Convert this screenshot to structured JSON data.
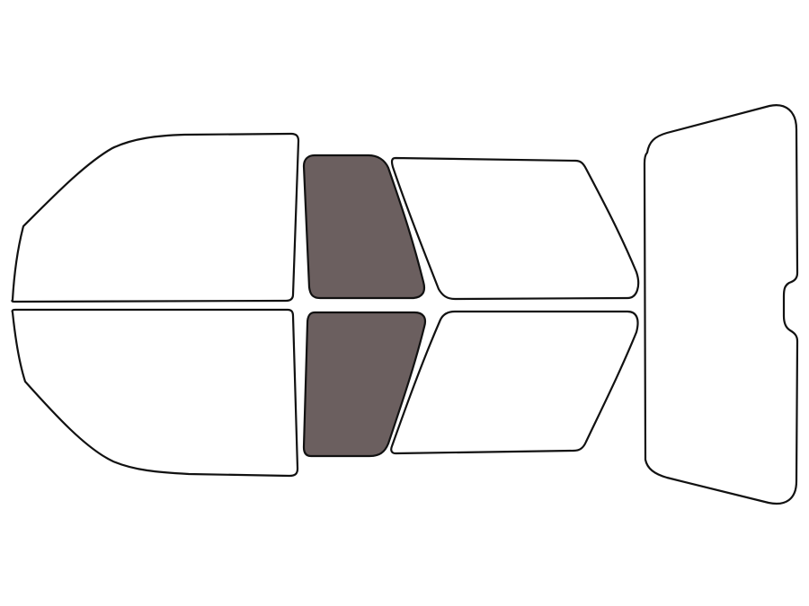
{
  "colors": {
    "background": "#ffffff",
    "outline": "#111111",
    "clear_glass": "#ffffff",
    "tinted_glass": "#6b5f5f"
  },
  "windows": [
    {
      "id": "windshield-top-half",
      "tinted": false
    },
    {
      "id": "windshield-bottom-half",
      "tinted": false
    },
    {
      "id": "front-door-window-top",
      "tinted": true
    },
    {
      "id": "front-door-window-bottom",
      "tinted": true
    },
    {
      "id": "rear-door-window-top",
      "tinted": false
    },
    {
      "id": "rear-door-window-bottom",
      "tinted": false
    },
    {
      "id": "rear-window",
      "tinted": false
    }
  ]
}
